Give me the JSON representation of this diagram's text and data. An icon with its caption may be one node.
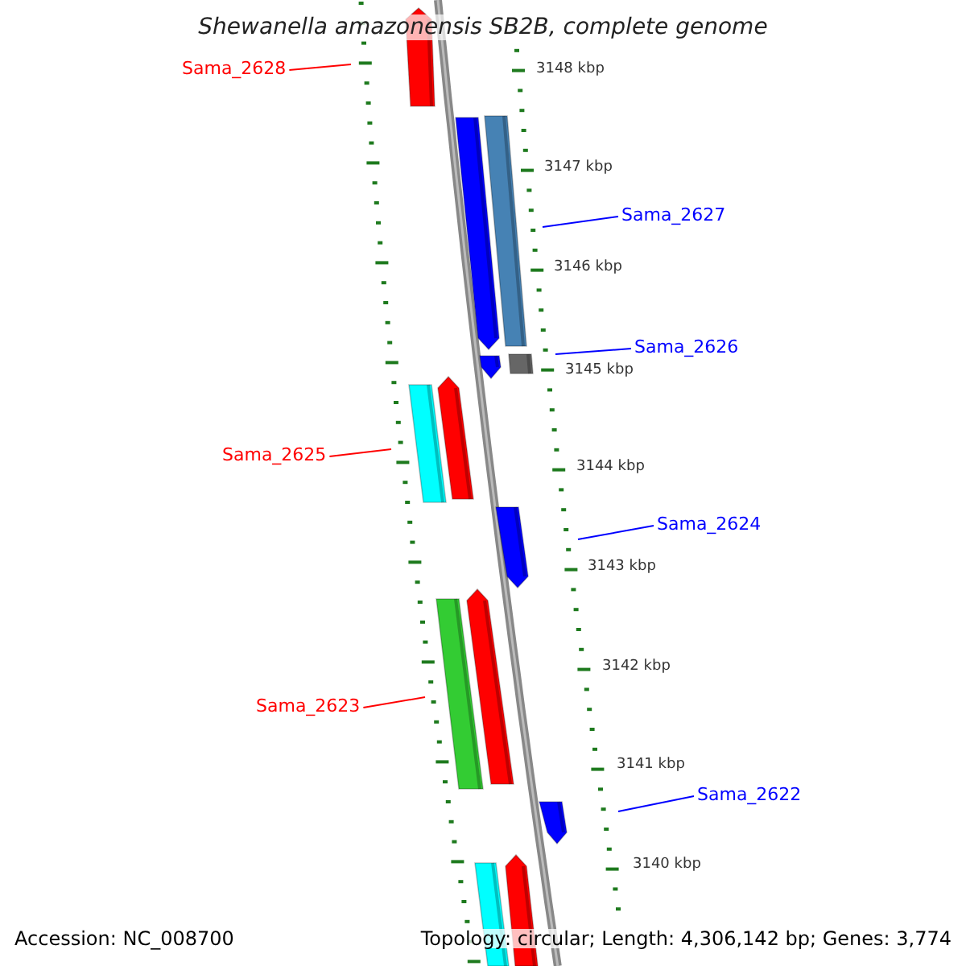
{
  "diagram": {
    "title": "Shewanella amazonensis SB2B, complete genome",
    "nodes": [
      {
        "text": [
          "Sama_2628"
        ]
      },
      {
        "text": [
          "Sama_2627"
        ]
      },
      {
        "text": [
          "Sama_2626"
        ]
      },
      {
        "text": [
          "Sama_2625"
        ]
      },
      {
        "text": [
          "Sama_2624"
        ]
      },
      {
        "text": [
          "Sama_2623"
        ]
      },
      {
        "text": [
          "Sama_2622"
        ]
      }
    ],
    "edges": [
      {
        "from": 0,
        "to": null,
        "arrow": "none",
        "color": "#ff0000"
      },
      {
        "from": 1,
        "to": null,
        "arrow": "none"
      },
      {
        "from": 2,
        "to": null,
        "arrow": "none"
      },
      {
        "from": 3,
        "to": null,
        "arrow": "none",
        "color": "#ff0000"
      },
      {
        "from": 4,
        "to": null,
        "arrow": "none"
      },
      {
        "from": 5,
        "to": null,
        "arrow": "none",
        "color": "#ff0000"
      },
      {
        "from": 6,
        "to": null,
        "arrow": "none"
      }
    ],
    "labels": [
      "3148 kbp",
      "3147 kbp",
      "3146 kbp",
      "3145 kbp",
      "3144 kbp",
      "3143 kbp",
      "3142 kbp",
      "3141 kbp",
      "3140 kbp",
      "Accession: NC_008700",
      "Topology: circular; Length: 4,306,142 bp; Genes: 3,774"
    ]
  }
}
